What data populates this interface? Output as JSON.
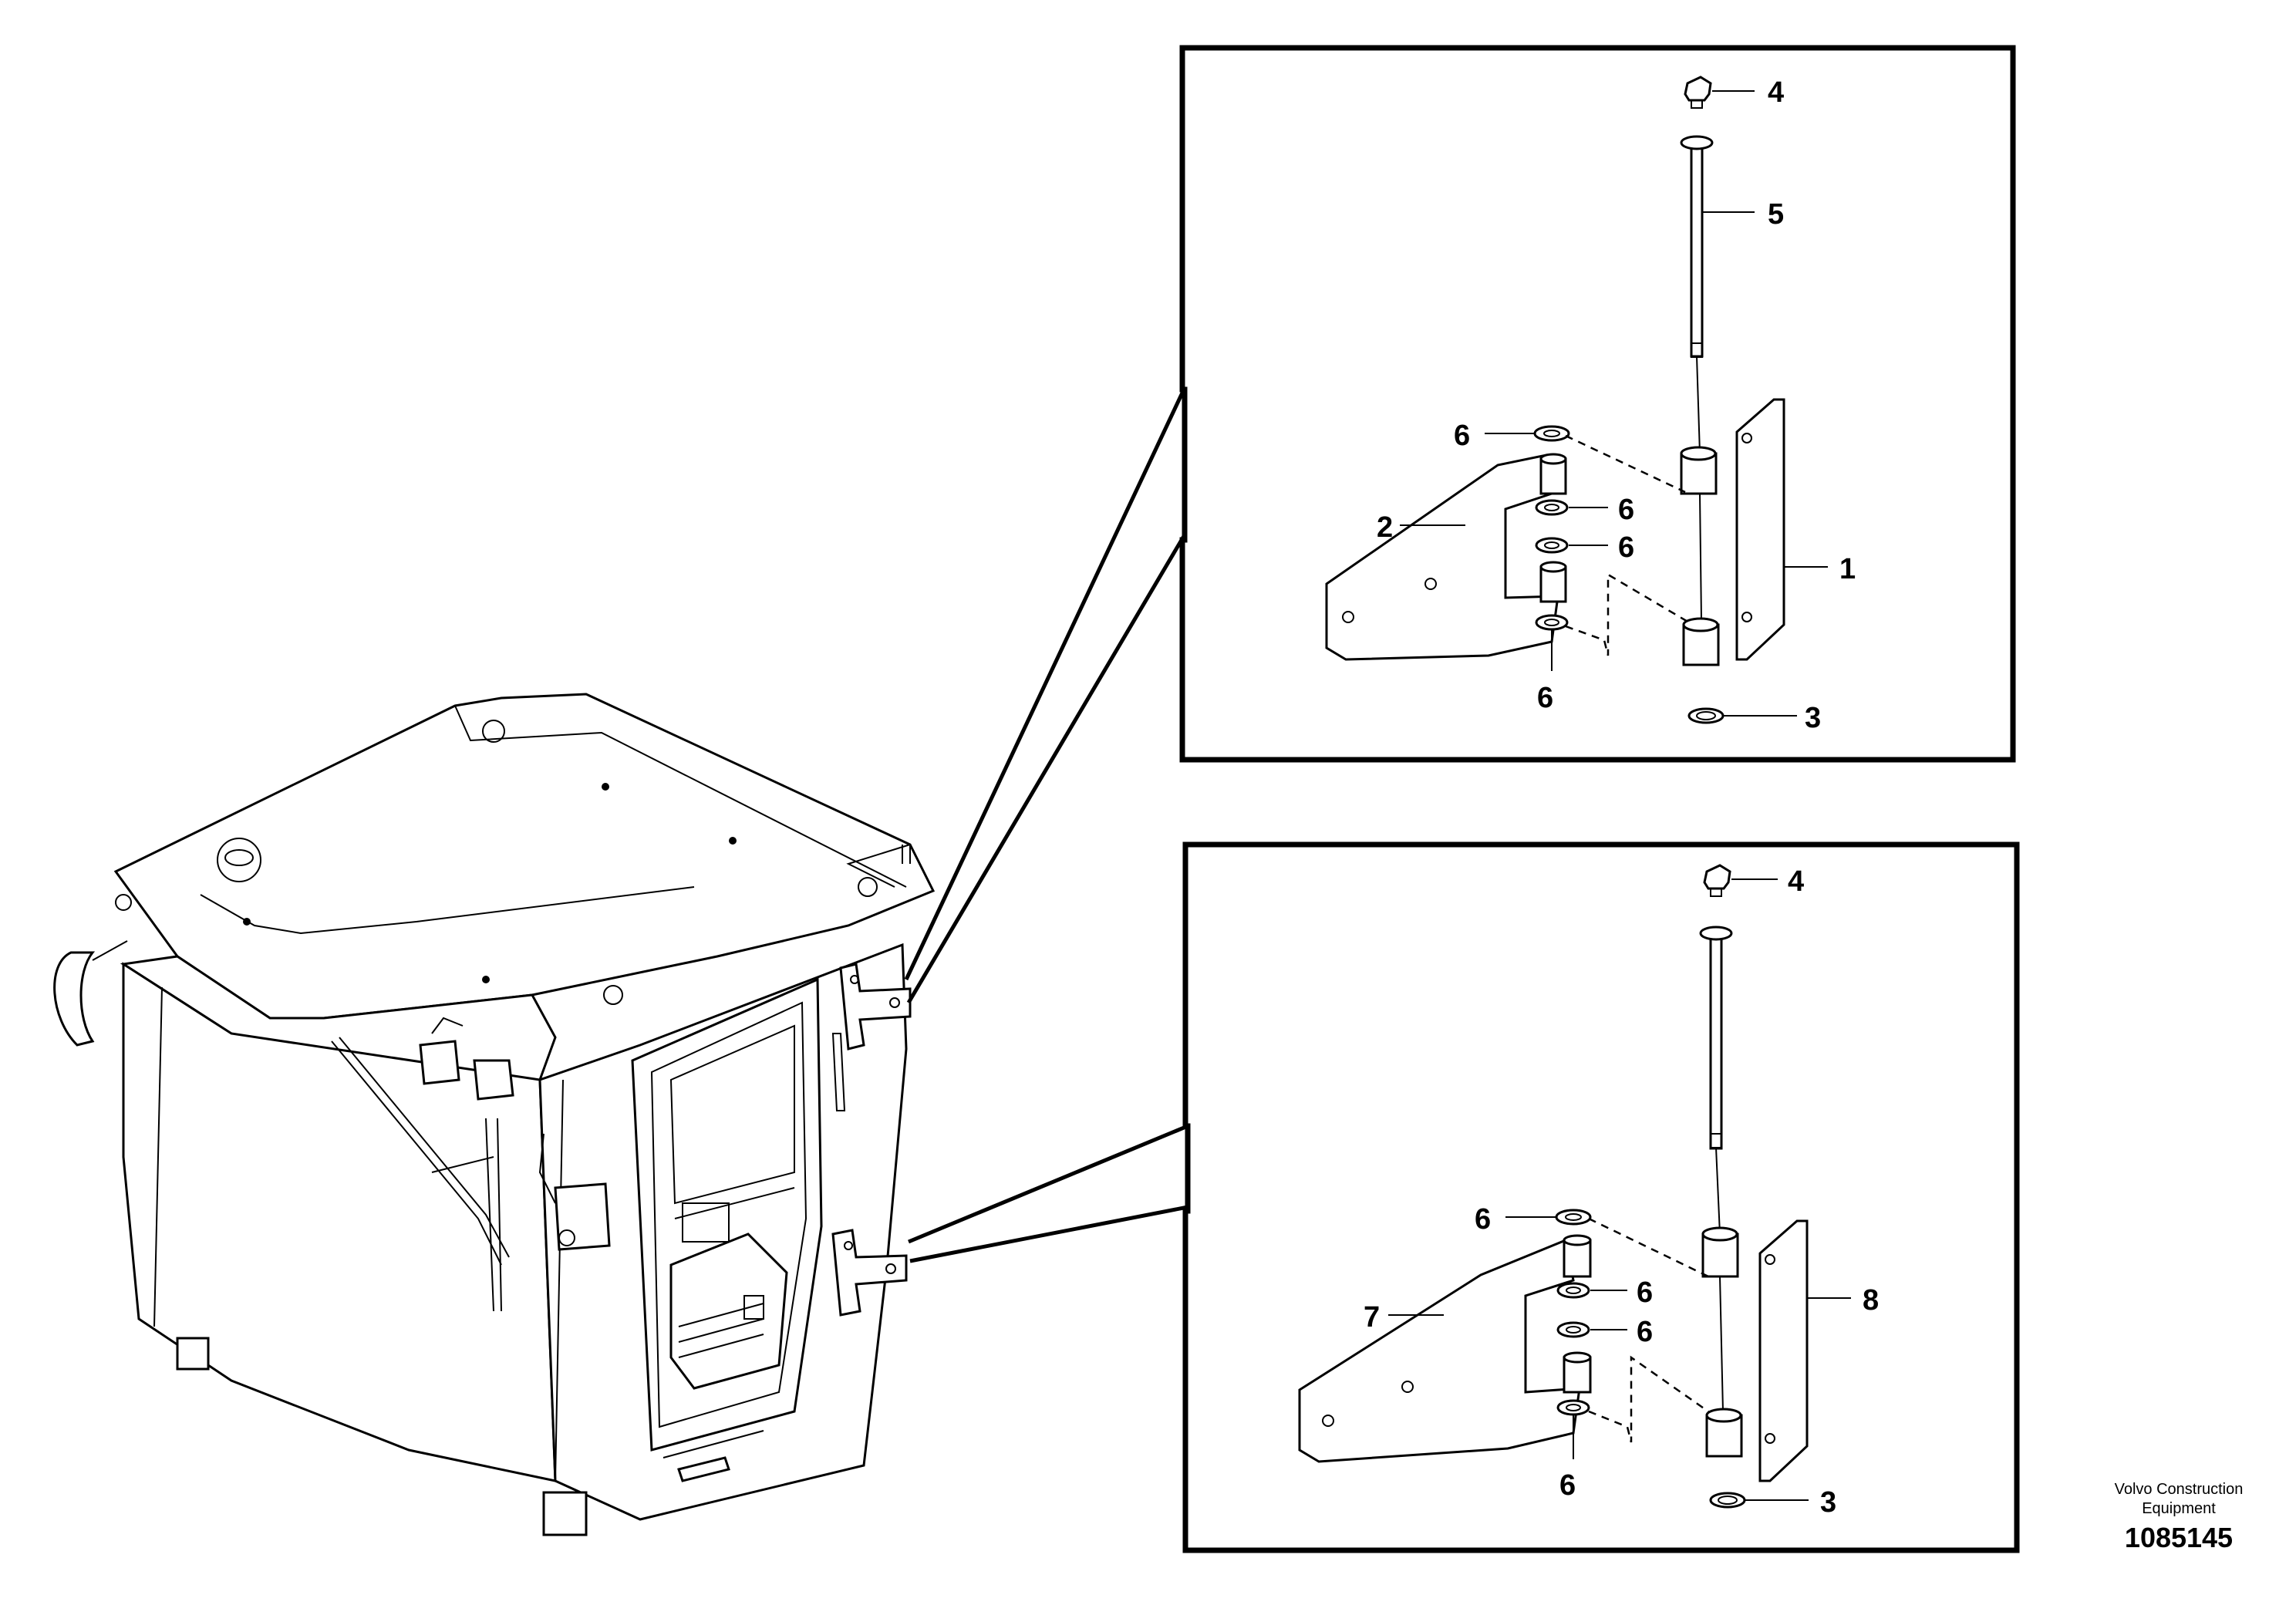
{
  "upper_detail": {
    "labels": {
      "hinge_plate": "1",
      "hinge_arm": "2",
      "lock_ring": "3",
      "grease_nipple": "4",
      "pin": "5",
      "washer_top": "6",
      "washer_mid_1": "6",
      "washer_mid_2": "6",
      "washer_bottom": "6"
    }
  },
  "lower_detail": {
    "labels": {
      "hinge_plate": "8",
      "hinge_arm": "7",
      "lock_ring": "3",
      "grease_nipple": "4",
      "washer_top": "6",
      "washer_mid_1": "6",
      "washer_mid_2": "6",
      "washer_bottom": "6"
    }
  },
  "credit": {
    "line1": "Volvo Construction",
    "line2": "Equipment"
  },
  "document_number": "1085145"
}
